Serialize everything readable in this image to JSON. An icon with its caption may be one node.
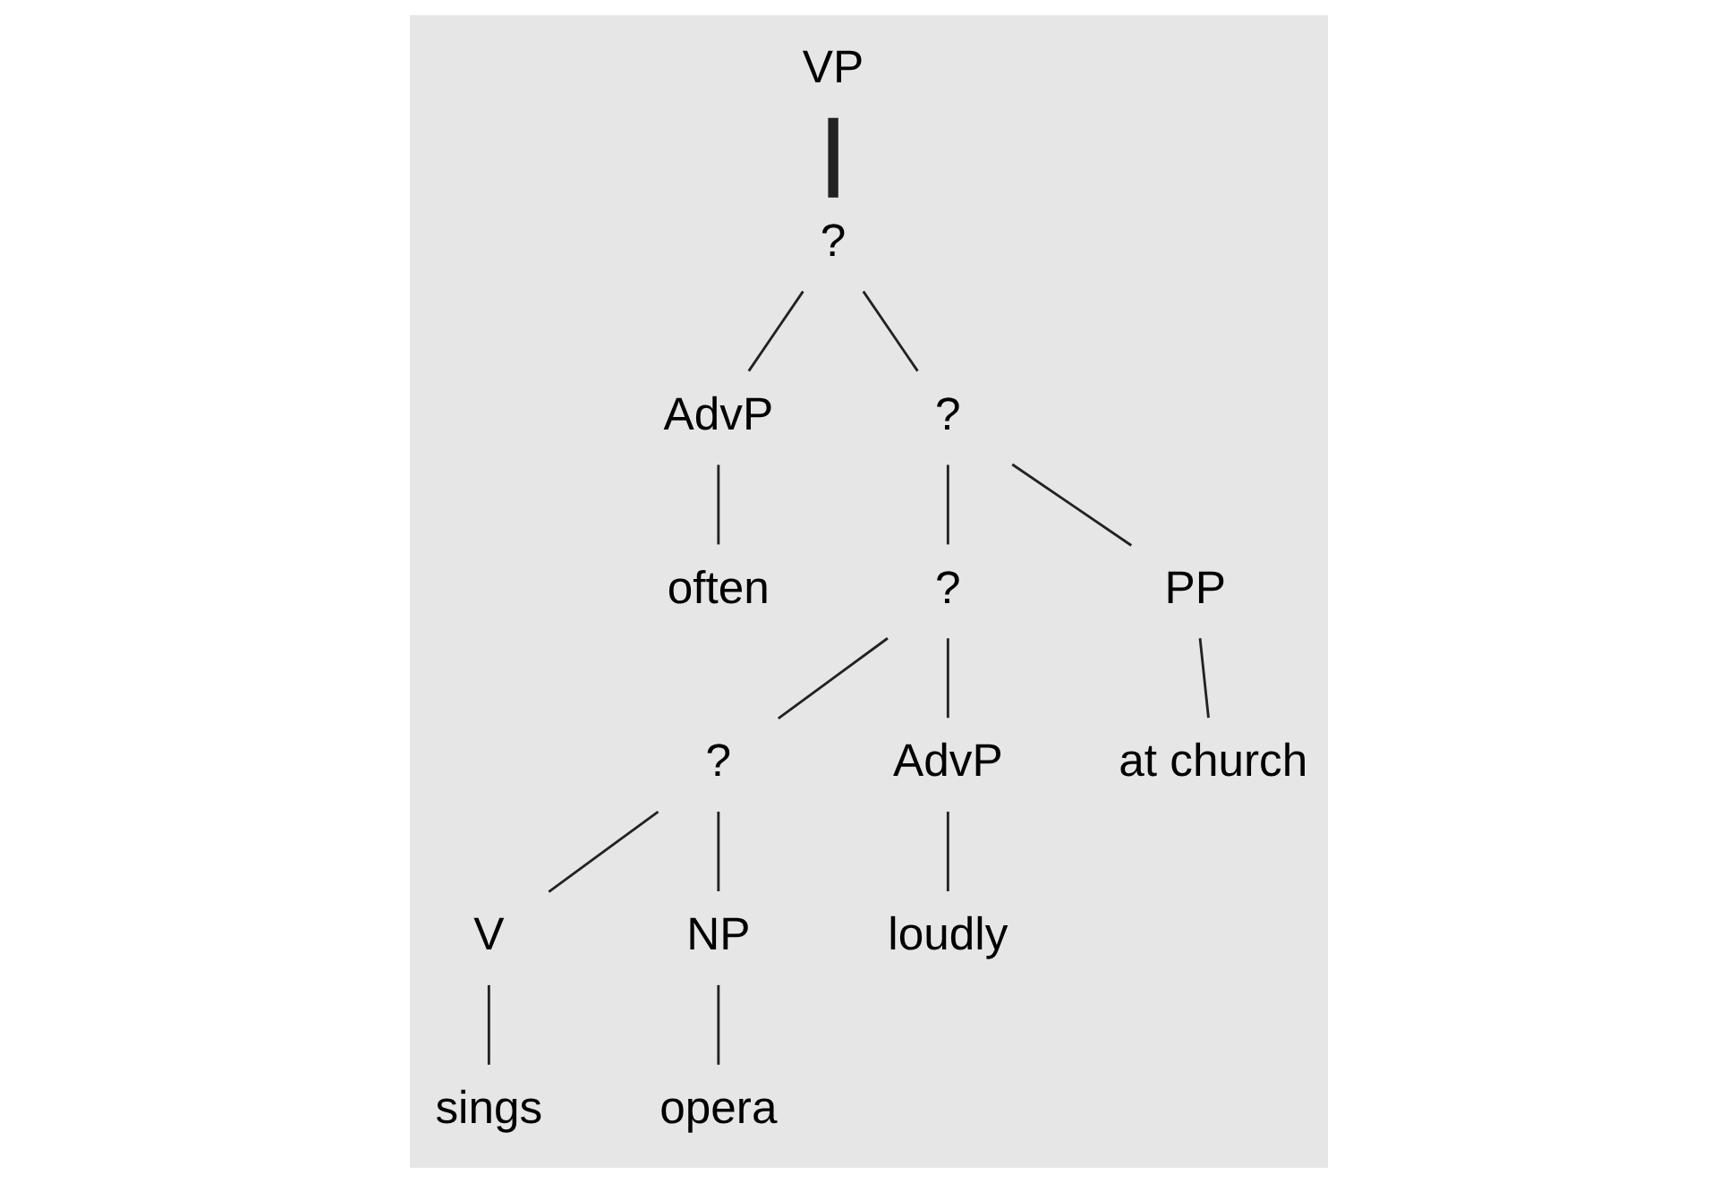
{
  "diagram": {
    "nodes": [
      {
        "text": [
          "VP"
        ]
      },
      {
        "text": [
          "?"
        ]
      },
      {
        "text": [
          "AdvP"
        ]
      },
      {
        "text": [
          "?"
        ]
      },
      {
        "text": [
          "often"
        ]
      },
      {
        "text": [
          "?"
        ]
      },
      {
        "text": [
          "PP"
        ]
      },
      {
        "text": [
          "?"
        ]
      },
      {
        "text": [
          "AdvP"
        ]
      },
      {
        "text": [
          "at church"
        ]
      },
      {
        "text": [
          "V"
        ]
      },
      {
        "text": [
          "NP"
        ]
      },
      {
        "text": [
          "loudly"
        ]
      },
      {
        "text": [
          "sings"
        ]
      },
      {
        "text": [
          "opera"
        ]
      }
    ],
    "edges": [
      {
        "from": 0,
        "to": 1,
        "arrow": "none",
        "style": "thick"
      },
      {
        "from": 1,
        "to": 2,
        "arrow": "none"
      },
      {
        "from": 1,
        "to": 3,
        "arrow": "none"
      },
      {
        "from": 2,
        "to": 4,
        "arrow": "none"
      },
      {
        "from": 3,
        "to": 5,
        "arrow": "none"
      },
      {
        "from": 3,
        "to": 6,
        "arrow": "none"
      },
      {
        "from": 5,
        "to": 7,
        "arrow": "none"
      },
      {
        "from": 5,
        "to": 8,
        "arrow": "none"
      },
      {
        "from": 6,
        "to": 9,
        "arrow": "none"
      },
      {
        "from": 7,
        "to": 10,
        "arrow": "none"
      },
      {
        "from": 7,
        "to": 11,
        "arrow": "none"
      },
      {
        "from": 8,
        "to": 12,
        "arrow": "none"
      },
      {
        "from": 10,
        "to": 13,
        "arrow": "none"
      },
      {
        "from": 11,
        "to": 14,
        "arrow": "none"
      }
    ]
  }
}
